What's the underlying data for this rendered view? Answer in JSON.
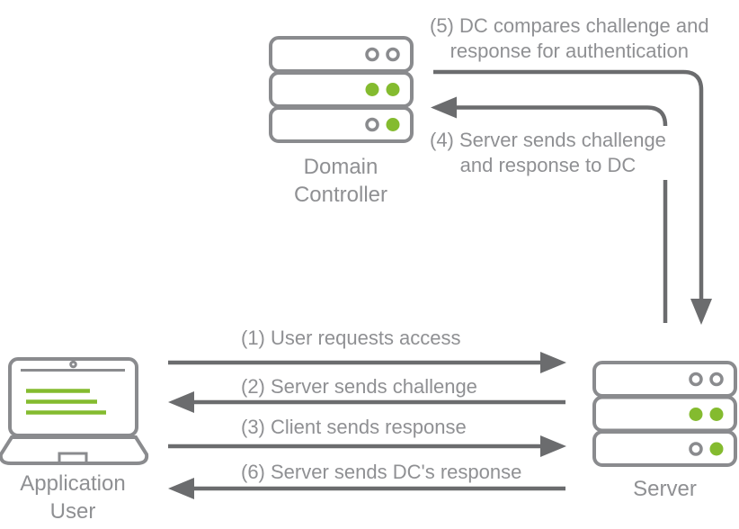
{
  "colors": {
    "green": "#84bb2f",
    "arrow": "#6b6c6e",
    "icon_stroke": "#8a8b8e",
    "text": "#8f9093",
    "label_bg": "#ffffff"
  },
  "nodes": {
    "domain_controller": {
      "label": "Domain\nController",
      "icon": "server-stack-icon"
    },
    "server": {
      "label": "Server",
      "icon": "server-stack-icon"
    },
    "application_user": {
      "label": "Application\nUser",
      "icon": "laptop-icon"
    }
  },
  "messages": {
    "m1": {
      "step": 1,
      "label": "(1) User requests access",
      "from": "application_user",
      "to": "server",
      "direction": "right"
    },
    "m2": {
      "step": 2,
      "label": "(2) Server sends challenge",
      "from": "server",
      "to": "application_user",
      "direction": "left"
    },
    "m3": {
      "step": 3,
      "label": "(3) Client sends response",
      "from": "application_user",
      "to": "server",
      "direction": "right"
    },
    "m4": {
      "step": 4,
      "label": "(4) Server sends challenge\nand response to DC",
      "from": "server",
      "to": "domain_controller",
      "direction": "up-left"
    },
    "m5": {
      "step": 5,
      "label": "(5) DC compares challenge and\nresponse for authentication",
      "from": "domain_controller",
      "to": "server",
      "direction": "right-down"
    },
    "m6": {
      "step": 6,
      "label": "(6) Server sends DC's response",
      "from": "server",
      "to": "application_user",
      "direction": "left"
    }
  }
}
